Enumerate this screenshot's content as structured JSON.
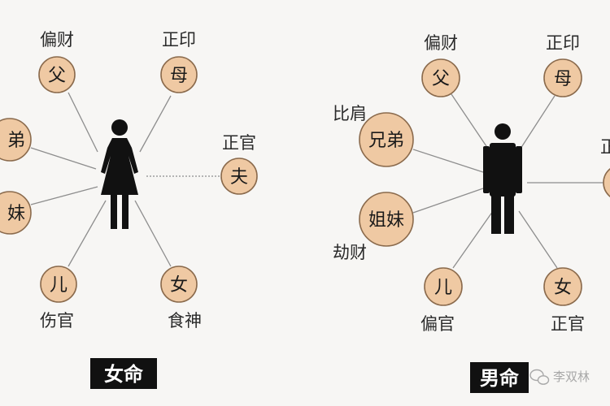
{
  "female": {
    "badge": "女命",
    "nodes": {
      "father": {
        "label": "父",
        "role": "偏财"
      },
      "mother": {
        "label": "母",
        "role": "正印"
      },
      "husband": {
        "label": "夫",
        "role": "正官"
      },
      "brother": {
        "label": "弟"
      },
      "sister": {
        "label": "妹"
      },
      "son": {
        "label": "儿",
        "role": "伤官"
      },
      "daughter": {
        "label": "女",
        "role": "食神"
      }
    }
  },
  "male": {
    "badge": "男命",
    "nodes": {
      "father": {
        "label": "父",
        "role": "偏财"
      },
      "mother": {
        "label": "母",
        "role": "正印"
      },
      "wife_role": {
        "role": "正"
      },
      "brothers": {
        "label": "兄弟",
        "role": "比肩"
      },
      "sisters": {
        "label": "姐妹",
        "role": "劫财"
      },
      "son": {
        "label": "儿",
        "role": "偏官"
      },
      "daughter": {
        "label": "女",
        "role": "正官"
      }
    }
  },
  "watermark": {
    "text": "李双林"
  },
  "colors": {
    "node_fill": "#efc9a3",
    "node_stroke": "#8a6a4c",
    "figure": "#111111",
    "background": "#f7f6f4"
  }
}
